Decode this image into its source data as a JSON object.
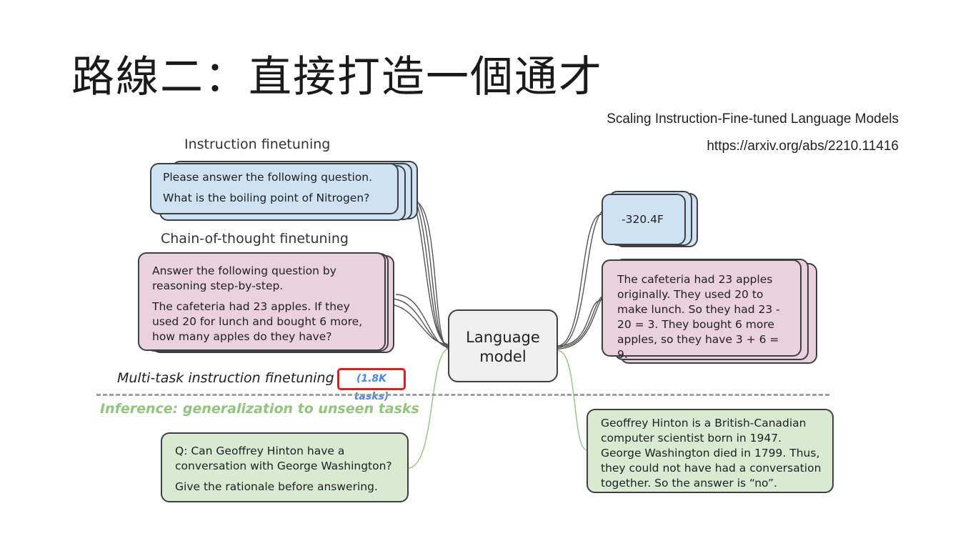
{
  "slide": {
    "title": "路線二：直接打造一個通才",
    "paper_title": "Scaling Instruction-Fine-tuned Language Models",
    "paper_url": "https://arxiv.org/abs/2210.11416"
  },
  "diagram": {
    "sections": {
      "instruction": "Instruction finetuning",
      "cot": "Chain-of-thought finetuning",
      "multitask": "Multi-task instruction finetuning",
      "tasks_badge": "(1.8K tasks)",
      "inference": "Inference: generalization to unseen tasks"
    },
    "cards": {
      "instruction_input": {
        "line1": "Please answer the following question.",
        "line2": "What is the boiling point of Nitrogen?"
      },
      "cot_input": {
        "para1": "Answer the following question by reasoning step-by-step.",
        "para2": "The cafeteria had 23 apples. If they used 20 for lunch and bought 6 more, how many apples do they have?"
      },
      "instruction_output": "-320.4F",
      "cot_output": "The cafeteria had 23 apples originally. They used 20 to make lunch. So they had 23 - 20 = 3. They bought 6 more apples, so they have 3 + 6 = 9.",
      "inference_input": {
        "para1": "Q: Can Geoffrey Hinton have a conversation with George Washington?",
        "para2": "Give the rationale before answering."
      },
      "inference_output": "Geoffrey Hinton is a British-Canadian computer scientist born in 1947. George Washington died in 1799. Thus, they could not have had a conversation together. So the answer is “no”."
    },
    "model_label": "Language model"
  },
  "colors": {
    "blue_card": "#cfe2f3",
    "pink_card": "#ead1dc",
    "green_card": "#d9ead3",
    "model_box": "#efefef",
    "highlight": "#e01e1e",
    "tasks_text": "#4a86e8",
    "inference_text": "#93c47d"
  }
}
